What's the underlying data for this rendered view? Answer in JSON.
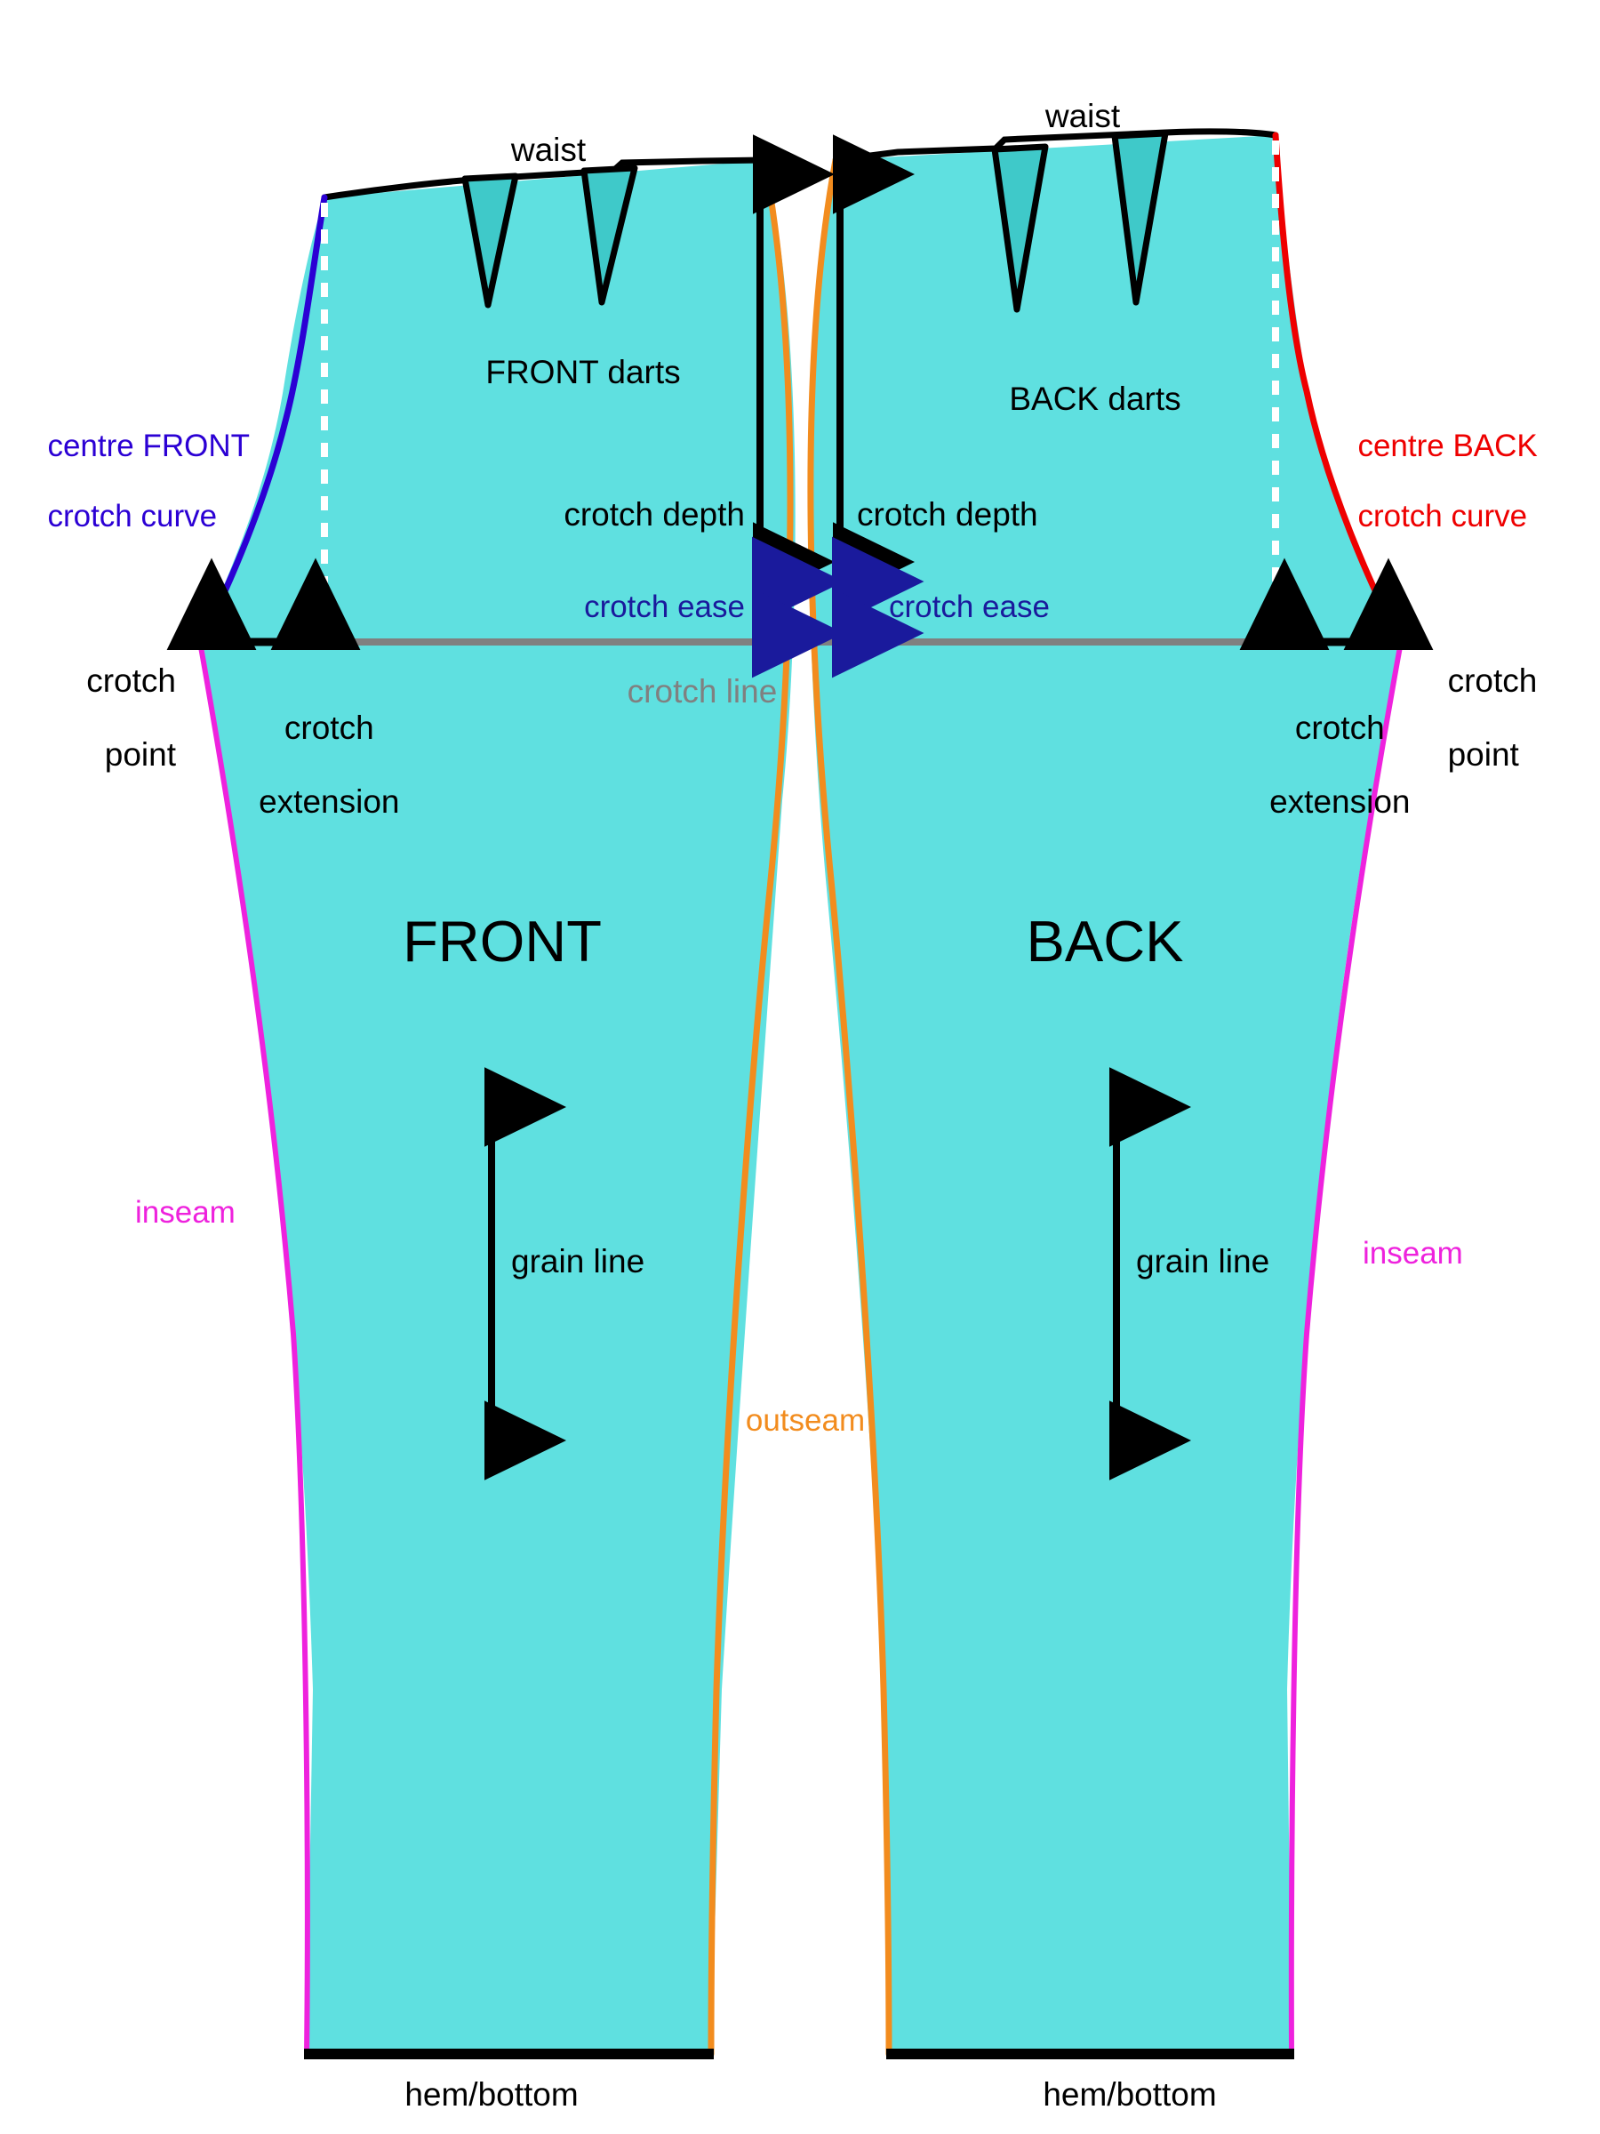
{
  "title": "Trouser / pants pattern block anatomy diagram",
  "colors": {
    "fabric_fill": "#5fe0e0",
    "dart_fill": "#3fc9c9",
    "outline_black": "#000000",
    "centre_front_curve": "#2b00d4",
    "centre_back_curve": "#ee0000",
    "inseam": "#ee22dd",
    "outseam": "#f28c1e",
    "crotch_line": "#808080",
    "crotch_ease_arrow": "#1a1a9c",
    "fold_dashed_line": "#ffffff",
    "background": "#ffffff"
  },
  "labels": {
    "waist_front": "waist",
    "waist_back": "waist",
    "front_darts": "FRONT darts",
    "back_darts": "BACK darts",
    "centre_front_curve_line1": "centre FRONT",
    "centre_front_curve_line2": "crotch curve",
    "centre_back_curve_line1": "centre BACK",
    "centre_back_curve_line2": "crotch curve",
    "crotch_depth_front": "crotch depth",
    "crotch_depth_back": "crotch depth",
    "crotch_ease_front": "crotch ease",
    "crotch_ease_back": "crotch ease",
    "crotch_line": "crotch line",
    "crotch_point_left_line1": "crotch",
    "crotch_point_left_line2": "point",
    "crotch_point_right_line1": "crotch",
    "crotch_point_right_line2": "point",
    "crotch_extension_left_line1": "crotch",
    "crotch_extension_left_line2": "extension",
    "crotch_extension_right_line1": "crotch",
    "crotch_extension_right_line2": "extension",
    "panel_front": "FRONT",
    "panel_back": "BACK",
    "grain_line_front": "grain line",
    "grain_line_back": "grain line",
    "inseam_left": "inseam",
    "inseam_right": "inseam",
    "outseam": "outseam",
    "hem_front": "hem/bottom",
    "hem_back": "hem/bottom"
  },
  "icon_names": {
    "crotch_depth_arrow": "double-headed-vertical-arrow-icon",
    "crotch_ease_arrow": "double-headed-vertical-arrow-icon",
    "crotch_extension_arrow": "double-headed-horizontal-arrow-icon",
    "grain_line_arrow": "double-headed-vertical-arrow-icon"
  }
}
